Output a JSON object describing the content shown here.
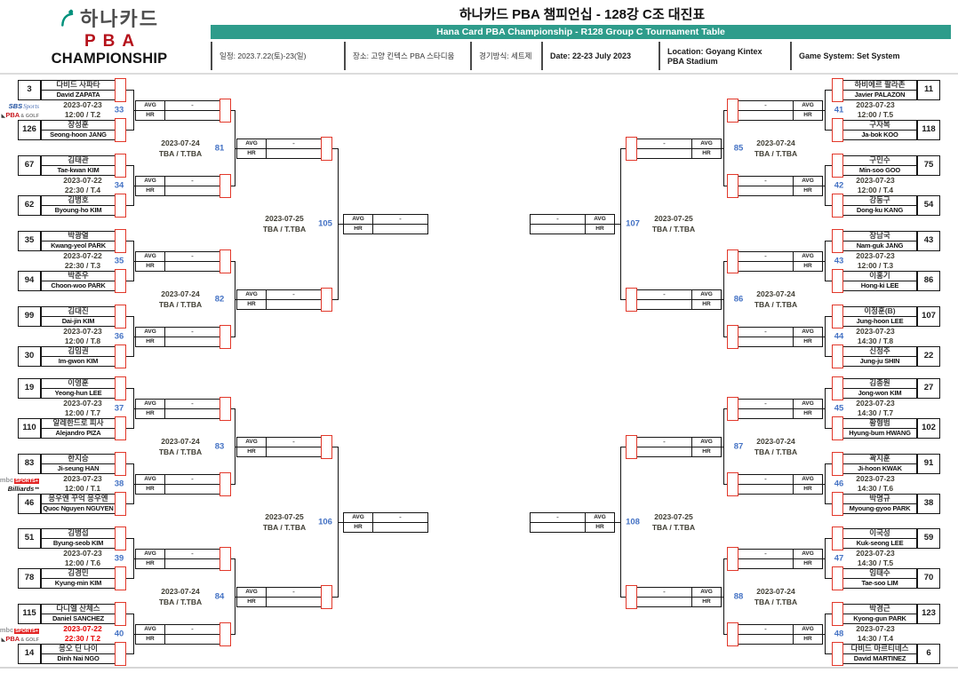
{
  "header": {
    "logo": {
      "brand": "하나카드",
      "sub1": "PBA",
      "sub2": "CHAMPIONSHIP"
    },
    "title_kr": "하나카드 PBA 챔피언십 - 128강 C조 대진표",
    "title_en": "Hana Card PBA Championship - R128 Group C Tournament Table",
    "info": [
      {
        "lines": [
          "일정: 2023.7.22(토)-23(일)"
        ],
        "bold": false
      },
      {
        "lines": [
          "장소: 고양 킨텍스 PBA 스타디움"
        ],
        "bold": false
      },
      {
        "lines": [
          "경기방식: 세트제"
        ],
        "bold": false
      },
      {
        "lines": [
          "Date: 22-23 July 2023"
        ],
        "bold": true
      },
      {
        "lines": [
          "Location: Goyang Kintex",
          "PBA Stadium"
        ],
        "bold": true
      },
      {
        "lines": [
          "Game System: Set System"
        ],
        "bold": true
      }
    ]
  },
  "labels": {
    "avg": "AVG",
    "hr": "HR",
    "dash": "-"
  },
  "colors": {
    "banner_green": "#2E9C8B",
    "match_number_blue": "#4472C4",
    "bracket_red": "#E2382A",
    "alert_red": "#E60000",
    "pba_red": "#B5121B",
    "hana_green": "#00917C"
  },
  "logos": {
    "sbs_sports": [
      "SBS",
      "Sports"
    ],
    "pba_golf": [
      "PBA",
      "& GOLF"
    ],
    "mbc_sports": [
      "mbc",
      "SPORTS+"
    ],
    "billiards": [
      "Billiards",
      "**"
    ]
  },
  "bracket": {
    "round1": [
      {
        "no": "33",
        "date": "2023-07-23",
        "time": "12:00 / T.2",
        "alert": false,
        "logos": [
          "sbs_sports",
          "pba_golf"
        ],
        "p1": {
          "seed": "3",
          "kr": "다비드 사파타",
          "en": "David ZAPATA"
        },
        "p2": {
          "seed": "126",
          "kr": "장성훈",
          "en": "Seong-hoon JANG"
        }
      },
      {
        "no": "34",
        "date": "2023-07-22",
        "time": "22:30 / T.4",
        "alert": false,
        "logos": [],
        "p1": {
          "seed": "67",
          "kr": "김태관",
          "en": "Tae-kwan KIM"
        },
        "p2": {
          "seed": "62",
          "kr": "김병호",
          "en": "Byoung-ho KIM"
        }
      },
      {
        "no": "35",
        "date": "2023-07-22",
        "time": "22:30 / T.3",
        "alert": false,
        "logos": [],
        "p1": {
          "seed": "35",
          "kr": "박광열",
          "en": "Kwang-yeol PARK"
        },
        "p2": {
          "seed": "94",
          "kr": "박춘우",
          "en": "Choon-woo PARK"
        }
      },
      {
        "no": "36",
        "date": "2023-07-23",
        "time": "12:00 / T.8",
        "alert": false,
        "logos": [],
        "p1": {
          "seed": "99",
          "kr": "김대진",
          "en": "Dai-jin KIM"
        },
        "p2": {
          "seed": "30",
          "kr": "김임권",
          "en": "Im-gwon KIM"
        }
      },
      {
        "no": "37",
        "date": "2023-07-23",
        "time": "12:00 / T.7",
        "alert": false,
        "logos": [],
        "p1": {
          "seed": "19",
          "kr": "이영훈",
          "en": "Yeong-hun LEE"
        },
        "p2": {
          "seed": "110",
          "kr": "알레한드로 피사",
          "en": "Alejandro PIZA"
        }
      },
      {
        "no": "38",
        "date": "2023-07-23",
        "time": "12:00 / T.1",
        "alert": false,
        "logos": [
          "mbc_sports",
          "billiards"
        ],
        "p1": {
          "seed": "83",
          "kr": "한지승",
          "en": "Ji-seung HAN"
        },
        "p2": {
          "seed": "46",
          "kr": "응우옌 꾸억 응우옌",
          "en": "Quoc Nguyen NGUYEN"
        }
      },
      {
        "no": "39",
        "date": "2023-07-23",
        "time": "12:00 / T.6",
        "alert": false,
        "logos": [],
        "p1": {
          "seed": "51",
          "kr": "김병섭",
          "en": "Byung-seob KIM"
        },
        "p2": {
          "seed": "78",
          "kr": "김경민",
          "en": "Kyung-min KIM"
        }
      },
      {
        "no": "40",
        "date": "2023-07-22",
        "time": "22:30 / T.2",
        "alert": true,
        "logos": [
          "mbc_sports",
          "pba_golf"
        ],
        "p1": {
          "seed": "115",
          "kr": "다니엘 산체스",
          "en": "Daniel SANCHEZ"
        },
        "p2": {
          "seed": "14",
          "kr": "응오 딘 나이",
          "en": "Dinh Nai NGO"
        }
      },
      {
        "no": "41",
        "date": "2023-07-23",
        "time": "12:00 / T.5",
        "alert": false,
        "logos": [],
        "p1": {
          "seed": "11",
          "kr": "하비에르 팔라존",
          "en": "Javier PALAZON"
        },
        "p2": {
          "seed": "118",
          "kr": "구자복",
          "en": "Ja-bok KOO"
        }
      },
      {
        "no": "42",
        "date": "2023-07-23",
        "time": "12:00 / T.4",
        "alert": false,
        "logos": [],
        "p1": {
          "seed": "75",
          "kr": "구민수",
          "en": "Min-soo GOO"
        },
        "p2": {
          "seed": "54",
          "kr": "강동구",
          "en": "Dong-ku KANG"
        }
      },
      {
        "no": "43",
        "date": "2023-07-23",
        "time": "12:00 / T.3",
        "alert": false,
        "logos": [],
        "p1": {
          "seed": "43",
          "kr": "장남국",
          "en": "Nam-guk JANG"
        },
        "p2": {
          "seed": "86",
          "kr": "이홍기",
          "en": "Hong-ki LEE"
        }
      },
      {
        "no": "44",
        "date": "2023-07-23",
        "time": "14:30 / T.8",
        "alert": false,
        "logos": [],
        "p1": {
          "seed": "107",
          "kr": "이정훈(B)",
          "en": "Jung-hoon LEE"
        },
        "p2": {
          "seed": "22",
          "kr": "신정주",
          "en": "Jung-ju SHIN"
        }
      },
      {
        "no": "45",
        "date": "2023-07-23",
        "time": "14:30 / T.7",
        "alert": false,
        "logos": [],
        "p1": {
          "seed": "27",
          "kr": "김종원",
          "en": "Jong-won KIM"
        },
        "p2": {
          "seed": "102",
          "kr": "황형범",
          "en": "Hyung-bum HWANG"
        }
      },
      {
        "no": "46",
        "date": "2023-07-23",
        "time": "14:30 / T.6",
        "alert": false,
        "logos": [],
        "p1": {
          "seed": "91",
          "kr": "곽지훈",
          "en": "Ji-hoon KWAK"
        },
        "p2": {
          "seed": "38",
          "kr": "박명규",
          "en": "Myoung-gyoo PARK"
        }
      },
      {
        "no": "47",
        "date": "2023-07-23",
        "time": "14:30 / T.5",
        "alert": false,
        "logos": [],
        "p1": {
          "seed": "59",
          "kr": "이국성",
          "en": "Kuk-seong LEE"
        },
        "p2": {
          "seed": "70",
          "kr": "임태수",
          "en": "Tae-soo LIM"
        }
      },
      {
        "no": "48",
        "date": "2023-07-23",
        "time": "14:30 / T.4",
        "alert": false,
        "logos": [],
        "p1": {
          "seed": "123",
          "kr": "박경근",
          "en": "Kyong-gun PARK"
        },
        "p2": {
          "seed": "6",
          "kr": "다비드 마르티네스",
          "en": "David MARTINEZ"
        }
      }
    ],
    "round2": [
      {
        "no": "81",
        "date": "2023-07-24",
        "time": "TBA / T.TBA"
      },
      {
        "no": "82",
        "date": "2023-07-24",
        "time": "TBA / T.TBA"
      },
      {
        "no": "83",
        "date": "2023-07-24",
        "time": "TBA / T.TBA"
      },
      {
        "no": "84",
        "date": "2023-07-24",
        "time": "TBA / T.TBA"
      },
      {
        "no": "85",
        "date": "2023-07-24",
        "time": "TBA / T.TBA"
      },
      {
        "no": "86",
        "date": "2023-07-24",
        "time": "TBA / T.TBA"
      },
      {
        "no": "87",
        "date": "2023-07-24",
        "time": "TBA / T.TBA"
      },
      {
        "no": "88",
        "date": "2023-07-24",
        "time": "TBA / T.TBA"
      }
    ],
    "round3": [
      {
        "no": "105",
        "date": "2023-07-25",
        "time": "TBA / T.TBA"
      },
      {
        "no": "106",
        "date": "2023-07-25",
        "time": "TBA / T.TBA"
      },
      {
        "no": "107",
        "date": "2023-07-25",
        "time": "TBA / T.TBA"
      },
      {
        "no": "108",
        "date": "2023-07-25",
        "time": "TBA / T.TBA"
      }
    ]
  }
}
